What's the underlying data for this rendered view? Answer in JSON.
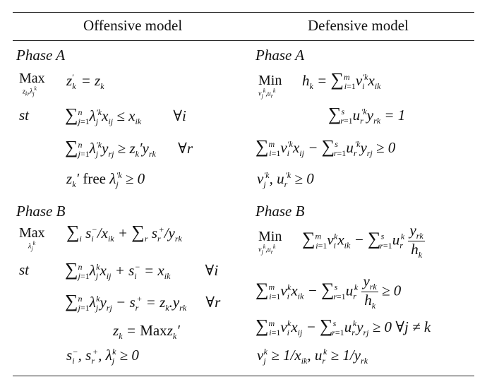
{
  "headers": {
    "offensive": "Offensive model",
    "defensive": "Defensive model"
  },
  "offensive": {
    "phase_a": {
      "title": "Phase A",
      "objective_op": "Max",
      "objective_vars": "z_k, λ_j^k",
      "objective": "z'_k = z_k",
      "st": "st",
      "c1": "∑_{j=1}^{n} λ'_j^k x_ij ≤ x_ik   ∀i",
      "c2": "∑_{j=1}^{n} λ'_j^k y_rj ≥ z'_k y_rk   ∀r",
      "c3": "z'_k free λ'_j^k ≥ 0"
    },
    "phase_b": {
      "title": "Phase B",
      "objective_op": "Max",
      "objective_vars": "λ_j^k",
      "objective": "∑_i s_i^− / x_ik + ∑_r s_r^+ / y_rk",
      "st": "st",
      "c1": "∑_{j=1}^{n} λ_j^k x_ij + s_i^− = x_ik   ∀i",
      "c2": "∑_{j=1}^{n} λ_j^k y_rj − s_r^+ = z_k y_rk   ∀r",
      "c3": "z_k = Max z'_k",
      "c4": "s_i^−, s_r^+, λ_j^k ≥ 0"
    }
  },
  "defensive": {
    "phase_a": {
      "title": "Phase A",
      "objective_op": "Min",
      "objective_vars": "v_j^k, u_r^k",
      "objective": "h_k = ∑_{i=1}^{m} v'_i^k x_ik",
      "c1": "∑_{r=1}^{s} u'_r^k y_rk = 1",
      "c2": "∑_{i=1}^{m} v'_i^k x_ij − ∑_{r=1}^{s} u'_r^k y_rj ≥ 0",
      "c3": "v'_j^k, u'_r^k ≥ 0"
    },
    "phase_b": {
      "title": "Phase B",
      "objective_op": "Min",
      "objective_vars": "v_j^k, u_r^k",
      "objective": "∑_{i=1}^{m} v_i^k x_ik − ∑_{r=1}^{s} u_r^k y_rk / h_k",
      "c1": "∑_{i=1}^{m} v_i^k x_ik − ∑_{r=1}^{s} u_r^k y_rk / h_k ≥ 0",
      "c2": "∑_{i=1}^{m} v_i^k x_ij − ∑_{r=1}^{s} u_r^k y_rj ≥ 0 ∀j ≠ k",
      "c3": "v_j^k ≥ 1/x_ik, u_r^k ≥ 1/y_rk"
    }
  }
}
